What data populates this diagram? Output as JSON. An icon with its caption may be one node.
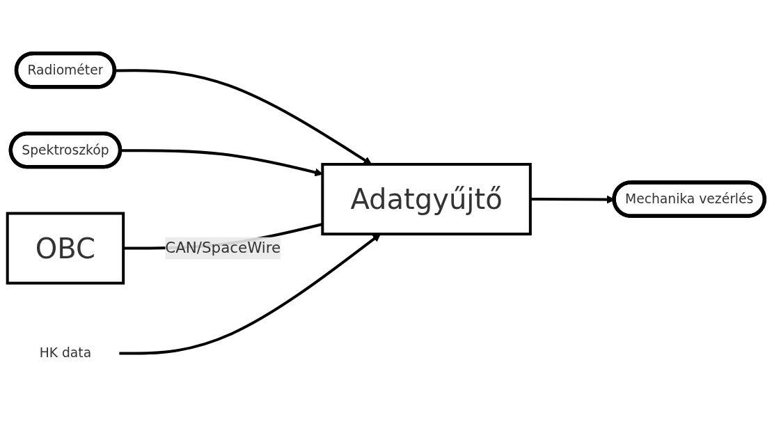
{
  "diagram": {
    "nodes": [
      {
        "text": [
          "Radiométer"
        ]
      },
      {
        "text": [
          "Spektroszkóp"
        ]
      },
      {
        "text": [
          "OBC"
        ]
      },
      {
        "text": [
          "Adatgyűjtő"
        ]
      },
      {
        "text": [
          "Mechanika vezérlés"
        ]
      },
      {
        "text": [
          "HK data"
        ]
      }
    ],
    "edges": [
      {
        "from": 0,
        "to": 3,
        "arrow": "to"
      },
      {
        "from": 1,
        "to": 3,
        "arrow": "to"
      },
      {
        "from": 2,
        "to": 3,
        "label": "CAN/SpaceWire",
        "arrow": "none"
      },
      {
        "from": 3,
        "to": 4,
        "arrow": "to"
      },
      {
        "from": 5,
        "to": 3,
        "arrow": "to"
      }
    ]
  }
}
